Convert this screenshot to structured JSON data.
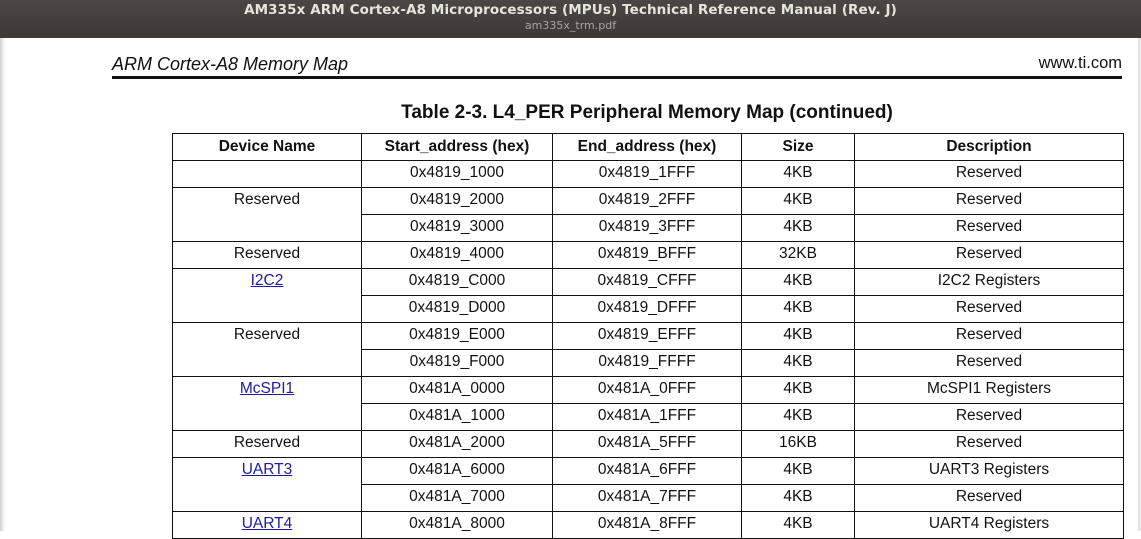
{
  "window": {
    "title": "AM335x ARM Cortex-A8 Microprocessors (MPUs) Technical Reference Manual (Rev. J)",
    "filename": "am335x_trm.pdf"
  },
  "page_header": {
    "section": "ARM Cortex-A8 Memory Map",
    "website": "www.ti.com"
  },
  "table": {
    "title": "Table 2-3. L4_PER Peripheral Memory Map (continued)",
    "columns": [
      "Device Name",
      "Start_address (hex)",
      "End_address (hex)",
      "Size",
      "Description"
    ],
    "rows": [
      {
        "device": "",
        "rowspan": 1,
        "link": false,
        "start": "0x4819_1000",
        "end": "0x4819_1FFF",
        "size": "4KB",
        "desc": "Reserved"
      },
      {
        "device": "Reserved",
        "rowspan": 2,
        "link": false,
        "start": "0x4819_2000",
        "end": "0x4819_2FFF",
        "size": "4KB",
        "desc": "Reserved"
      },
      {
        "start": "0x4819_3000",
        "end": "0x4819_3FFF",
        "size": "4KB",
        "desc": "Reserved"
      },
      {
        "device": "Reserved",
        "rowspan": 1,
        "link": false,
        "start": "0x4819_4000",
        "end": "0x4819_BFFF",
        "size": "32KB",
        "desc": "Reserved"
      },
      {
        "device": "I2C2",
        "rowspan": 2,
        "link": true,
        "start": "0x4819_C000",
        "end": "0x4819_CFFF",
        "size": "4KB",
        "desc": "I2C2 Registers"
      },
      {
        "start": "0x4819_D000",
        "end": "0x4819_DFFF",
        "size": "4KB",
        "desc": "Reserved"
      },
      {
        "device": "Reserved",
        "rowspan": 2,
        "link": false,
        "start": "0x4819_E000",
        "end": "0x4819_EFFF",
        "size": "4KB",
        "desc": "Reserved"
      },
      {
        "start": "0x4819_F000",
        "end": "0x4819_FFFF",
        "size": "4KB",
        "desc": "Reserved"
      },
      {
        "device": "McSPI1",
        "rowspan": 2,
        "link": true,
        "start": "0x481A_0000",
        "end": "0x481A_0FFF",
        "size": "4KB",
        "desc": "McSPI1 Registers"
      },
      {
        "start": "0x481A_1000",
        "end": "0x481A_1FFF",
        "size": "4KB",
        "desc": "Reserved"
      },
      {
        "device": "Reserved",
        "rowspan": 1,
        "link": false,
        "start": "0x481A_2000",
        "end": "0x481A_5FFF",
        "size": "16KB",
        "desc": "Reserved"
      },
      {
        "device": "UART3",
        "rowspan": 2,
        "link": true,
        "start": "0x481A_6000",
        "end": "0x481A_6FFF",
        "size": "4KB",
        "desc": "UART3 Registers"
      },
      {
        "start": "0x481A_7000",
        "end": "0x481A_7FFF",
        "size": "4KB",
        "desc": "Reserved"
      },
      {
        "device": "UART4",
        "rowspan": 2,
        "link": true,
        "start": "0x481A_8000",
        "end": "0x481A_8FFF",
        "size": "4KB",
        "desc": "UART4 Registers"
      }
    ]
  },
  "colors": {
    "titlebar": "#3e3d39",
    "link": "#1a1aa6",
    "text": "#111111"
  }
}
